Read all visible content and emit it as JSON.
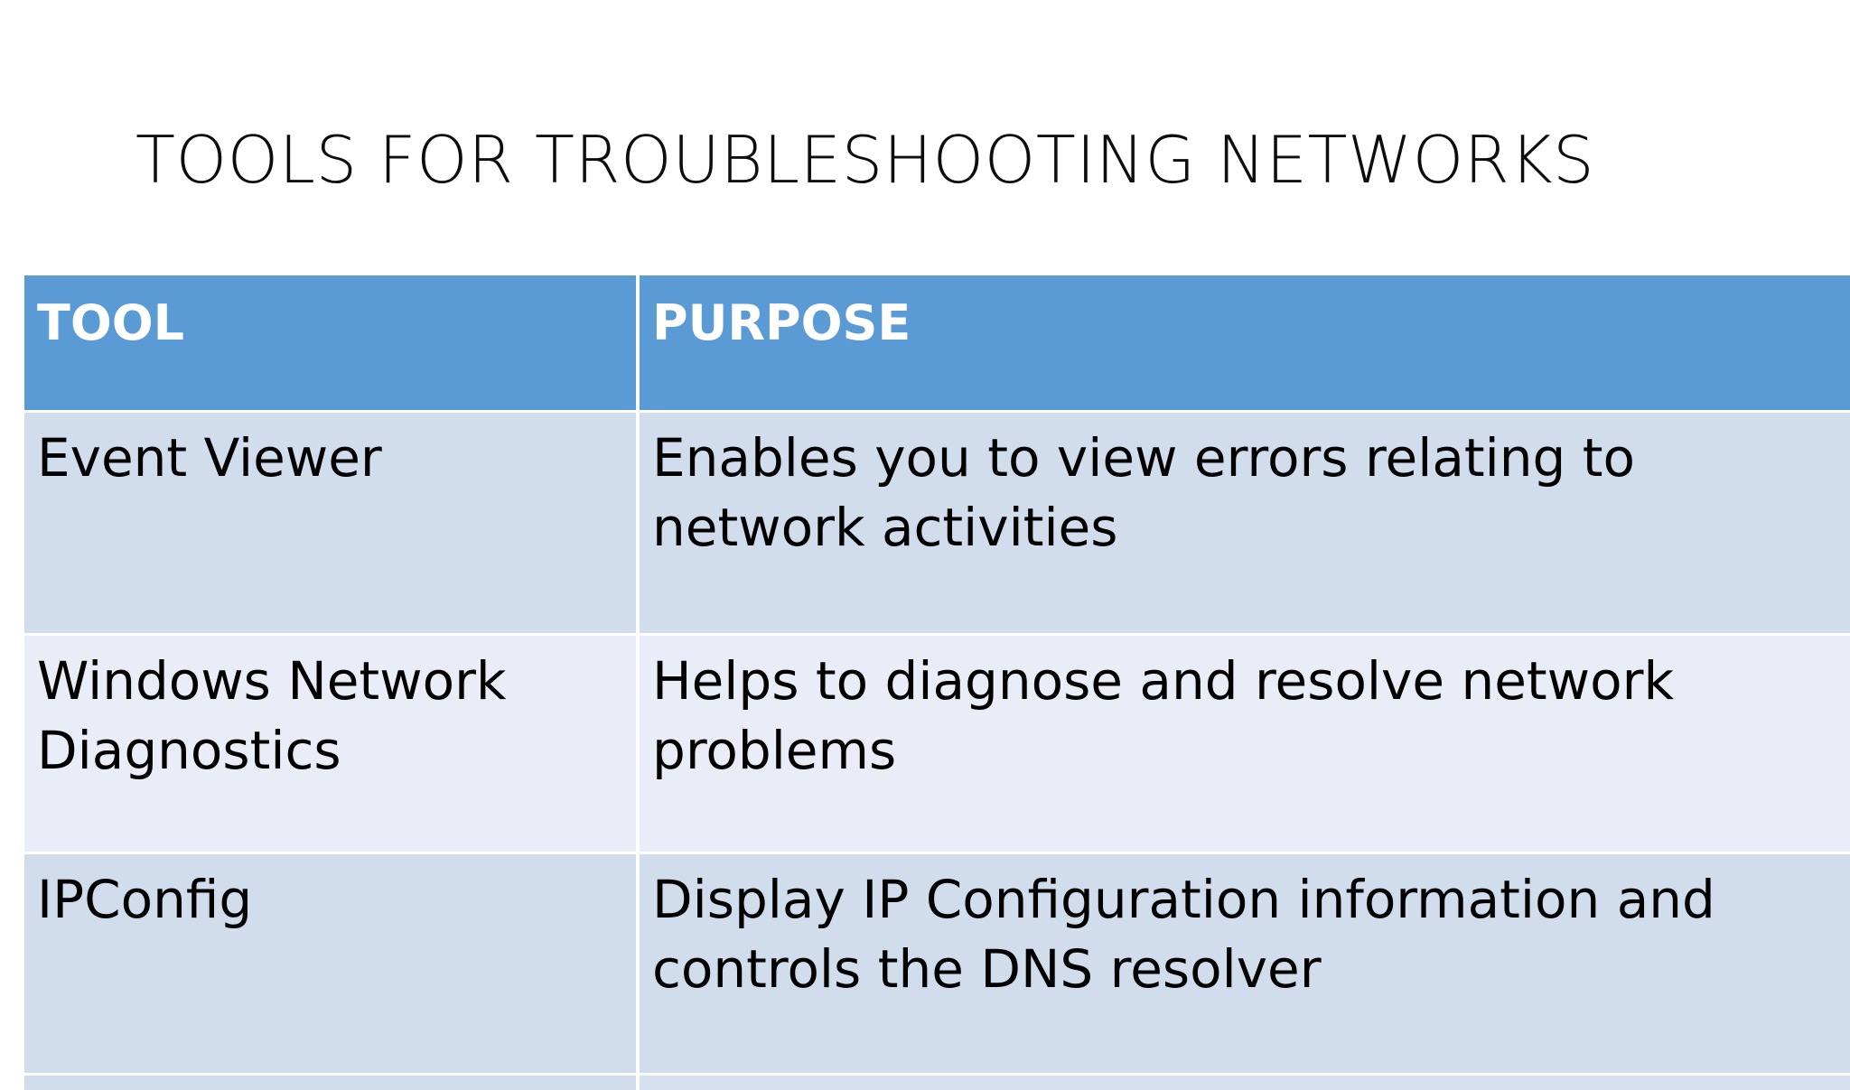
{
  "slide": {
    "title": "TOOLS FOR TROUBLESHOOTING NETWORKS",
    "background_color": "#FFFFFF",
    "title_color": "#0D0D0D"
  },
  "table": {
    "header_background": "#5B9BD5",
    "header_text_color": "#FFFFFF",
    "row_band_a_color": "#D1DCEC",
    "row_band_b_color": "#E9EDF7",
    "gridline_color": "#FFFFFF",
    "columns": [
      {
        "key": "tool",
        "label": "TOOL"
      },
      {
        "key": "purpose",
        "label": "PURPOSE"
      }
    ],
    "rows": [
      {
        "tool": "Event Viewer",
        "purpose": "Enables you to view errors relating to network activities"
      },
      {
        "tool": "Windows Network Diagnostics",
        "purpose": "Helps to diagnose and resolve network problems"
      },
      {
        "tool": "IPConfig",
        "purpose": "Display IP Configuration information and controls the DNS resolver"
      }
    ]
  }
}
